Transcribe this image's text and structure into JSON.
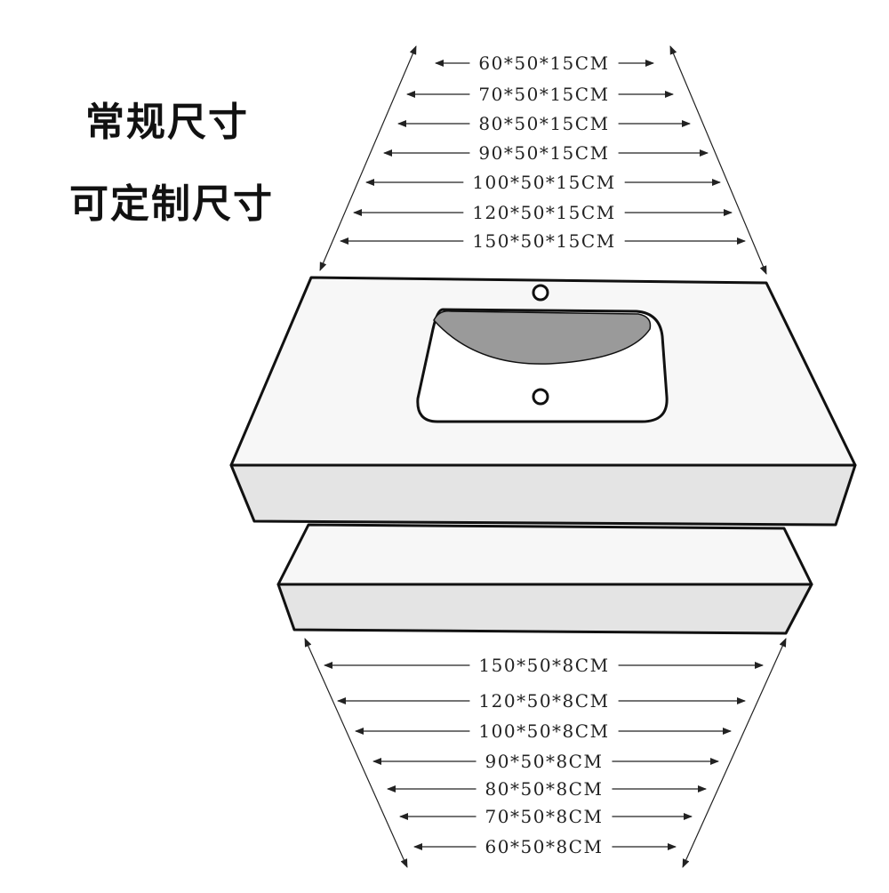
{
  "labels": {
    "standard_sizes": "常规尺寸",
    "customizable_sizes": "可定制尺寸"
  },
  "top_slab_sizes": [
    "60*50*15CM",
    "70*50*15CM",
    "80*50*15CM",
    "90*50*15CM",
    "100*50*15CM",
    "120*50*15CM",
    "150*50*15CM"
  ],
  "bottom_slab_sizes": [
    "150*50*8CM",
    "120*50*8CM",
    "100*50*8CM",
    "90*50*8CM",
    "80*50*8CM",
    "70*50*8CM",
    "60*50*8CM"
  ],
  "colors": {
    "line": "#111111",
    "top_face": "#f7f7f7",
    "front_face": "#e4e4e4",
    "basin": "#ffffff",
    "basin_shadow": "#9a9a9a"
  }
}
